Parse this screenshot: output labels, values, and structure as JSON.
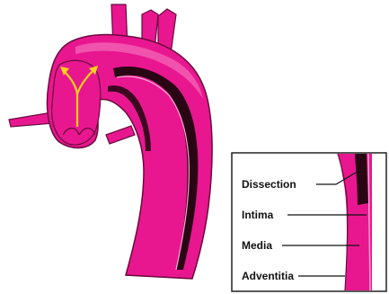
{
  "labels": {
    "dissection": "Dissection",
    "intima": "Intima",
    "media": "Media",
    "adventitia": "Adventitia"
  },
  "colors": {
    "aorta_wall": "#e8178f",
    "aorta_highlight": "#f25db3",
    "aorta_lumen": "#2a0514",
    "flow_arrow": "#ffd21a",
    "outline": "#6b0a3d"
  }
}
